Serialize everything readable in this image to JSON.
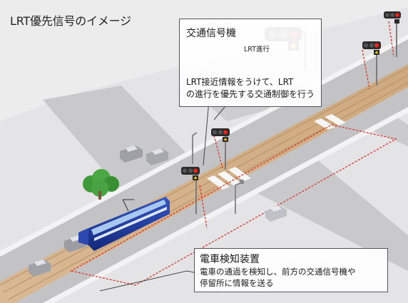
{
  "title": "LRT優先信号のイメージ",
  "signal_box": {
    "heading": "交通信号機",
    "lamp_label": "LRT進行",
    "desc_line1": "LRT接近情報をうけて、LRT",
    "desc_line2": "の進行を優先する交通制御を行う"
  },
  "detector_box": {
    "heading": "電車検知装置",
    "line1": "電車の通過を検知し、前方の交通信号機や",
    "line2": "停留所に情報を送る"
  },
  "colors": {
    "road": "#c5c5c7",
    "sidewalk": "#e7e7e8",
    "track": "#d6b48c",
    "tram": "#1f3ea0",
    "signal_red": "#e8281e",
    "arrow_yellow": "#f5c400",
    "detection_line": "#d8352a"
  }
}
